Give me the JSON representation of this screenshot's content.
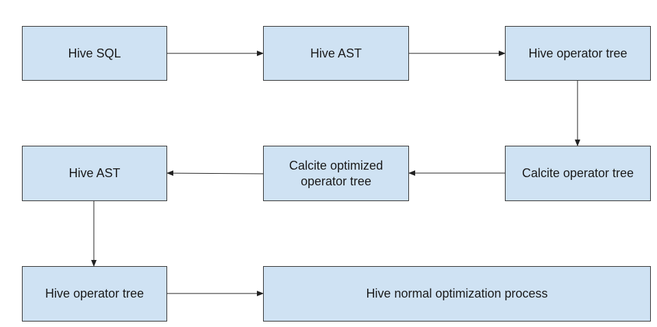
{
  "diagram": {
    "nodes": [
      {
        "id": "n1",
        "label": "Hive SQL"
      },
      {
        "id": "n2",
        "label": "Hive AST"
      },
      {
        "id": "n3",
        "label": "Hive operator tree"
      },
      {
        "id": "n4",
        "label": "Hive AST"
      },
      {
        "id": "n5",
        "label": "Calcite optimized\noperator tree"
      },
      {
        "id": "n6",
        "label": "Calcite operator tree"
      },
      {
        "id": "n7",
        "label": "Hive operator tree"
      },
      {
        "id": "n8",
        "label": "Hive normal optimization process"
      }
    ],
    "edges": [
      {
        "from": "n1",
        "to": "n2"
      },
      {
        "from": "n2",
        "to": "n3"
      },
      {
        "from": "n3",
        "to": "n6"
      },
      {
        "from": "n6",
        "to": "n5"
      },
      {
        "from": "n5",
        "to": "n4"
      },
      {
        "from": "n4",
        "to": "n7"
      },
      {
        "from": "n7",
        "to": "n8"
      }
    ],
    "colors": {
      "node_fill": "#cfe2f3",
      "node_border": "#333333",
      "arrow": "#222222"
    }
  }
}
